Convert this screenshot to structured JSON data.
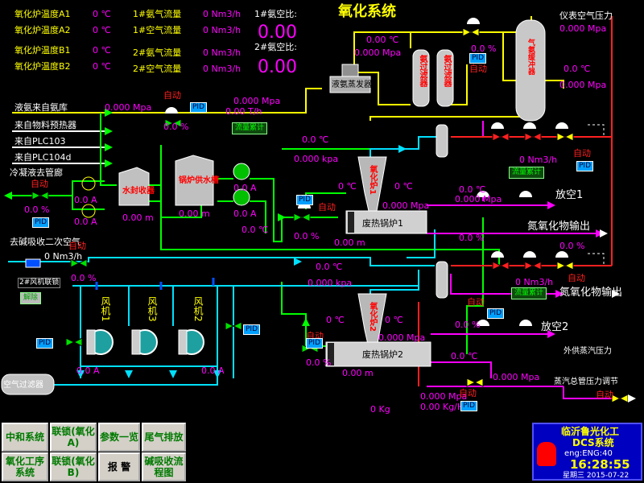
{
  "title": "氧化系统",
  "pid_label": "PID",
  "auto_label": "自动",
  "flow_total_label": "流量累计",
  "release_label": "解除",
  "fan_interlock": "2#风机联锁",
  "nox_output": "氮氧化物输出",
  "top_left": [
    {
      "label": "氧化炉温度A1",
      "value": "0 ℃"
    },
    {
      "label": "氧化炉温度A2",
      "value": "0 ℃"
    },
    {
      "label": "氧化炉温度B1",
      "value": "0 ℃"
    },
    {
      "label": "氧化炉温度B2",
      "value": "0 ℃"
    }
  ],
  "flows": [
    {
      "label": "1#氨气流量",
      "value": "0 Nm3/h"
    },
    {
      "label": "1#空气流量",
      "value": "0 Nm3/h"
    },
    {
      "label": "2#氨气流量",
      "value": "0 Nm3/h"
    },
    {
      "label": "2#空气流量",
      "value": "0 Nm3/h"
    }
  ],
  "ratio": [
    {
      "label": "1#氨空比:",
      "value": "0.00"
    },
    {
      "label": "2#氨空比:",
      "value": "0.00"
    }
  ],
  "instrument_air": {
    "label": "仪表空气压力",
    "value": "0.000 Mpa"
  },
  "vaporizer": {
    "temp": "0.00 ℃",
    "pressure": "0.000 Mpa",
    "label": "液氨蒸发器"
  },
  "valves": {
    "top_pct": "0.0 %"
  },
  "buffer": {
    "temp": "0.0 ℃",
    "pressure": "0.000 Mpa"
  },
  "lines": {
    "liquid_ammonia": "液氨来自氨库",
    "preheater": "来自物料预热器",
    "plc103": "来自PLC103",
    "plc104d": "来自PLC104d",
    "condensate": "冷凝液去管廊",
    "secondary_air": "去碱吸收二次空气"
  },
  "ammonia_line": {
    "pressure": "0.000 Mpa",
    "valve_pct": "0.0 %",
    "pressure2": "0.000 Mpa",
    "flow": "0.00 T/h"
  },
  "condensate": {
    "valve_pct": "0.0 %",
    "pump_1": "0.0 A",
    "pump_2": "0.0 A"
  },
  "equipment": {
    "filter_1": "氨过滤器",
    "filter_2": "氨过滤器",
    "buffer": "气氨缓冲器",
    "water_tank": "水封收器",
    "water_tank_level": "0.00 m",
    "feed_tank": "锅炉供水槽",
    "feed_tank_level": "0.00 m",
    "oxidizer_1": "氧化炉1",
    "oxidizer_2": "氧化炉2",
    "boiler_1": "废热锅炉1",
    "boiler_2": "废热锅炉2",
    "air_filter": "空气过滤器"
  },
  "pumps": {
    "current_1": "0.0 A",
    "current_2": "0.0 A",
    "temp": "0.0 ℃"
  },
  "line1": {
    "mixer_temp": "0.0 ℃",
    "pressure_kpa": "0.000 kpa",
    "oxidizer_temp": "0 ℃",
    "oxidizer_temp2": "0 ℃",
    "oxidizer_pressure": "0.000 Mpa",
    "valve_pct": "0.0 %",
    "boiler_level": "0.00 m",
    "flow": "0 Nm3/h"
  },
  "vent1": {
    "temp": "0.0 ℃",
    "pressure": "0.000 Mpa",
    "label": "放空1",
    "pct": "0.0 %",
    "pct2": "0.0 %"
  },
  "secondary_air": {
    "flow": "0 Nm3/h",
    "pct": "0.0 %"
  },
  "line2": {
    "mixer_temp": "0.0 ℃",
    "pressure_kpa": "0.000 kpa",
    "oxidizer_temp": "0 ℃",
    "oxidizer_temp2": "0 ℃",
    "oxidizer_pressure": "0.000 Mpa",
    "valve_pct": "0.0 %",
    "boiler_level": "0.00 m",
    "flow": "0 Nm3/h"
  },
  "vent2": {
    "pct": "0.0 %",
    "label": "放空2"
  },
  "steam": {
    "supply_label": "外供蒸汽压力",
    "temp": "0.0 ℃",
    "pressure": "0.000 Mpa",
    "header_label": "蒸汽总管压力调节",
    "main_pressure": "0.000 Mpa",
    "flow": "0.00 Kg/H",
    "weight": "0 Kg"
  },
  "fans": [
    {
      "label": "风机1",
      "current": "0.0 A"
    },
    {
      "label": "风机3"
    },
    {
      "label": "风机2",
      "current": "0.0 A"
    }
  ],
  "nav": [
    "中和系统",
    "联锁(氧化A)",
    "参数一览",
    "尾气排放",
    "氧化工序系统",
    "联锁(氧化B)",
    "报 警",
    "碱吸收流程图"
  ],
  "panel": {
    "company": "临沂鲁光化工",
    "system": "DCS系统",
    "user": "eng:ENG:40",
    "time": "16:28:55",
    "date": "星期三 2015-07-22"
  }
}
